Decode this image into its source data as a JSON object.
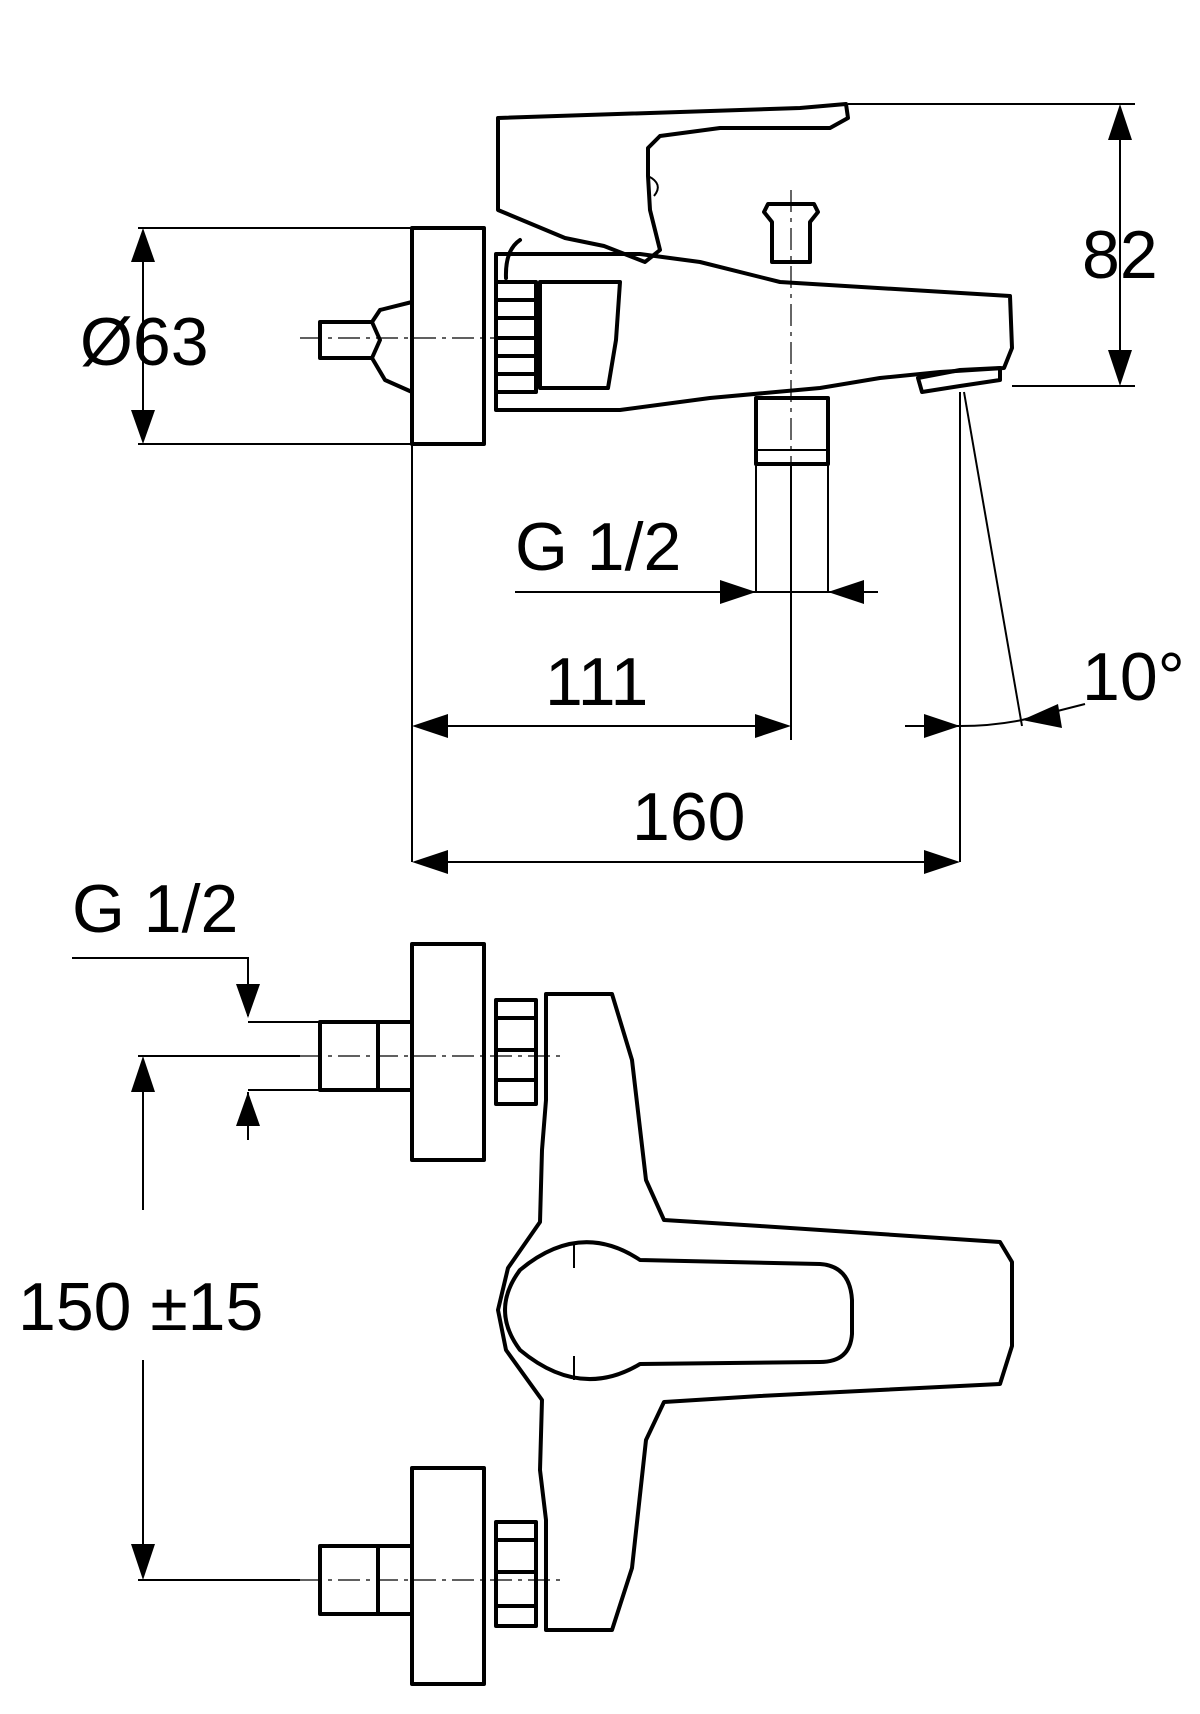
{
  "drawing": {
    "dimensions": {
      "height_total": "82",
      "rosette_diameter": "Ø63",
      "spout_connection": "G 1/2",
      "handset_offset": "111",
      "projection": "160",
      "spout_angle": "10°",
      "inlet_thread": "G 1/2",
      "inlet_centres": "150 ±15"
    },
    "colors": {
      "line": "#000000",
      "background": "#ffffff"
    }
  }
}
